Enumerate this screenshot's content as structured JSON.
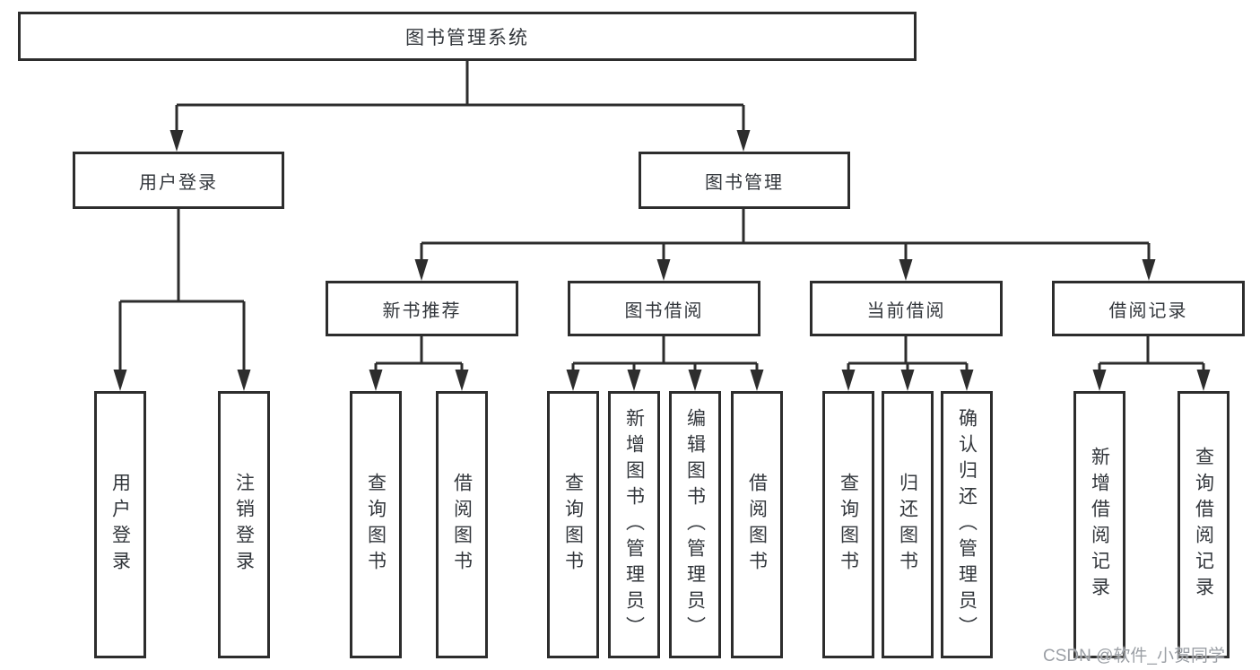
{
  "tree": {
    "root": {
      "label": "图书管理系统"
    },
    "level2": [
      {
        "label": "用户登录"
      },
      {
        "label": "图书管理"
      }
    ],
    "level3": [
      {
        "label": "新书推荐"
      },
      {
        "label": "图书借阅"
      },
      {
        "label": "当前借阅"
      },
      {
        "label": "借阅记录"
      }
    ],
    "leaves": {
      "user_login": [
        "用户登录",
        "注销登录"
      ],
      "new_books": [
        "查询图书",
        "借阅图书"
      ],
      "book_borrowing": [
        "查询图书",
        "新增图书（管理员）",
        "编辑图书（管理员）",
        "借阅图书"
      ],
      "current_borrowing": [
        "查询图书",
        "归还图书",
        "确认归还（管理员）"
      ],
      "borrowing_records": [
        "新增借阅记录",
        "查询借阅记录"
      ]
    }
  },
  "watermark": {
    "text": "CSDN @软件_小贺同学"
  },
  "colors": {
    "line": "#2d2d2d",
    "box_border": "#2d2d2d",
    "text": "#33373c",
    "watermark": "#9b9fa5",
    "background": "#ffffff"
  }
}
